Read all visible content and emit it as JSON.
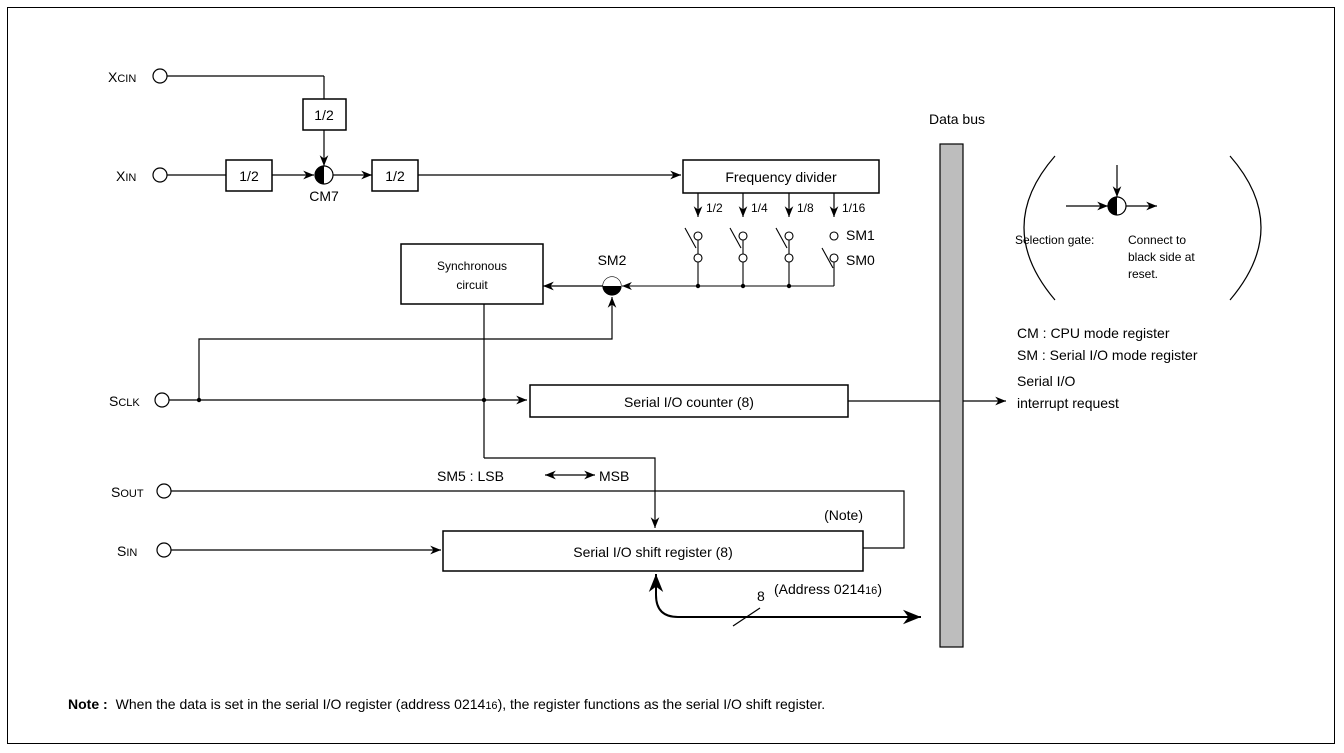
{
  "pins": {
    "xcin": {
      "main": "X",
      "sub": "CIN"
    },
    "xin": {
      "main": "X",
      "sub": "IN"
    },
    "sclk": {
      "main": "S",
      "sub": "CLK"
    },
    "sout": {
      "main": "S",
      "sub": "OUT"
    },
    "sin": {
      "main": "S",
      "sub": "IN"
    }
  },
  "blocks": {
    "div_xcin": "1/2",
    "div_xin": "1/2",
    "div_after": "1/2",
    "freq_divider": "Frequency divider",
    "sync_line1": "Synchronous",
    "sync_line2": "circuit",
    "counter": "Serial I/O counter (8)",
    "shift_reg": "Serial I/O shift register (8)"
  },
  "labels": {
    "cm7": "CM7",
    "sm2": "SM2",
    "sm1": "SM1",
    "sm0": "SM0",
    "ratios": [
      "1/2",
      "1/4",
      "1/8",
      "1/16"
    ],
    "data_bus": "Data bus",
    "sm5": "SM5 : LSB",
    "msb": "MSB",
    "note_tag": "(Note)",
    "bus_width": "8",
    "address_prefix": "(Address 0214",
    "address_sub": "16",
    "address_suffix": ")",
    "interrupt_line1": "Serial I/O",
    "interrupt_line2": "interrupt request"
  },
  "legend": {
    "gate_label": "Selection gate:",
    "connect_1": "Connect to",
    "connect_2": "black side at",
    "connect_3": "reset.",
    "cm": "CM : CPU mode register",
    "sm": "SM : Serial I/O mode register"
  },
  "note": {
    "bold": "Note :",
    "text_before": "When the data is set in the serial I/O register (address 0214",
    "text_sub": "16",
    "text_after": "), the register functions as the serial I/O shift register."
  }
}
